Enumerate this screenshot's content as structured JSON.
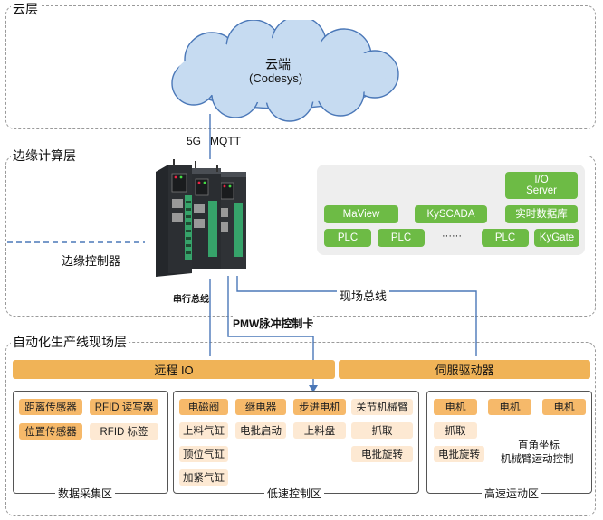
{
  "cloud_layer": {
    "title": "云层",
    "cloud_name": "云端",
    "cloud_sub": "(Codesys)"
  },
  "link_label": "5G   MQTT",
  "edge_layer": {
    "title": "边缘计算层",
    "controller_label": "边缘控制器",
    "serial_bus": "串行总线",
    "field_bus": "现场总线",
    "software": {
      "io_server": "I/O Server",
      "maview": "MaView",
      "kyscada": "KySCADA",
      "rtdb": "实时数据库",
      "plc1": "PLC",
      "plc2": "PLC",
      "dots": "······",
      "plc3": "PLC",
      "kygate": "KyGate"
    }
  },
  "pwm_label": "PMW脉冲控制卡",
  "field_layer": {
    "title": "自动化生产线现场层",
    "remote_io": "远程 IO",
    "servo": "伺服驱动器",
    "data_zone": {
      "label": "数据采集区",
      "items": [
        "距离传感器",
        "RFID 读写器",
        "位置传感器",
        "RFID 标签"
      ]
    },
    "low_zone": {
      "label": "低速控制区",
      "items": [
        "电磁阀",
        "继电器",
        "步进电机",
        "关节机械臂",
        "上料气缸",
        "电批启动",
        "上料盘",
        "抓取",
        "顶位气缸",
        "电批旋转",
        "加紧气缸"
      ]
    },
    "high_zone": {
      "label": "高速运动区",
      "items": [
        "电机",
        "电机",
        "电机",
        "抓取",
        "电批旋转"
      ],
      "note_line1": "直角坐标",
      "note_line2": "机械臂运动控制"
    }
  },
  "colors": {
    "green": "#6dbb45",
    "orange": "#f0b357",
    "light_orange": "#fde9d3",
    "connector": "#4b78b8"
  }
}
